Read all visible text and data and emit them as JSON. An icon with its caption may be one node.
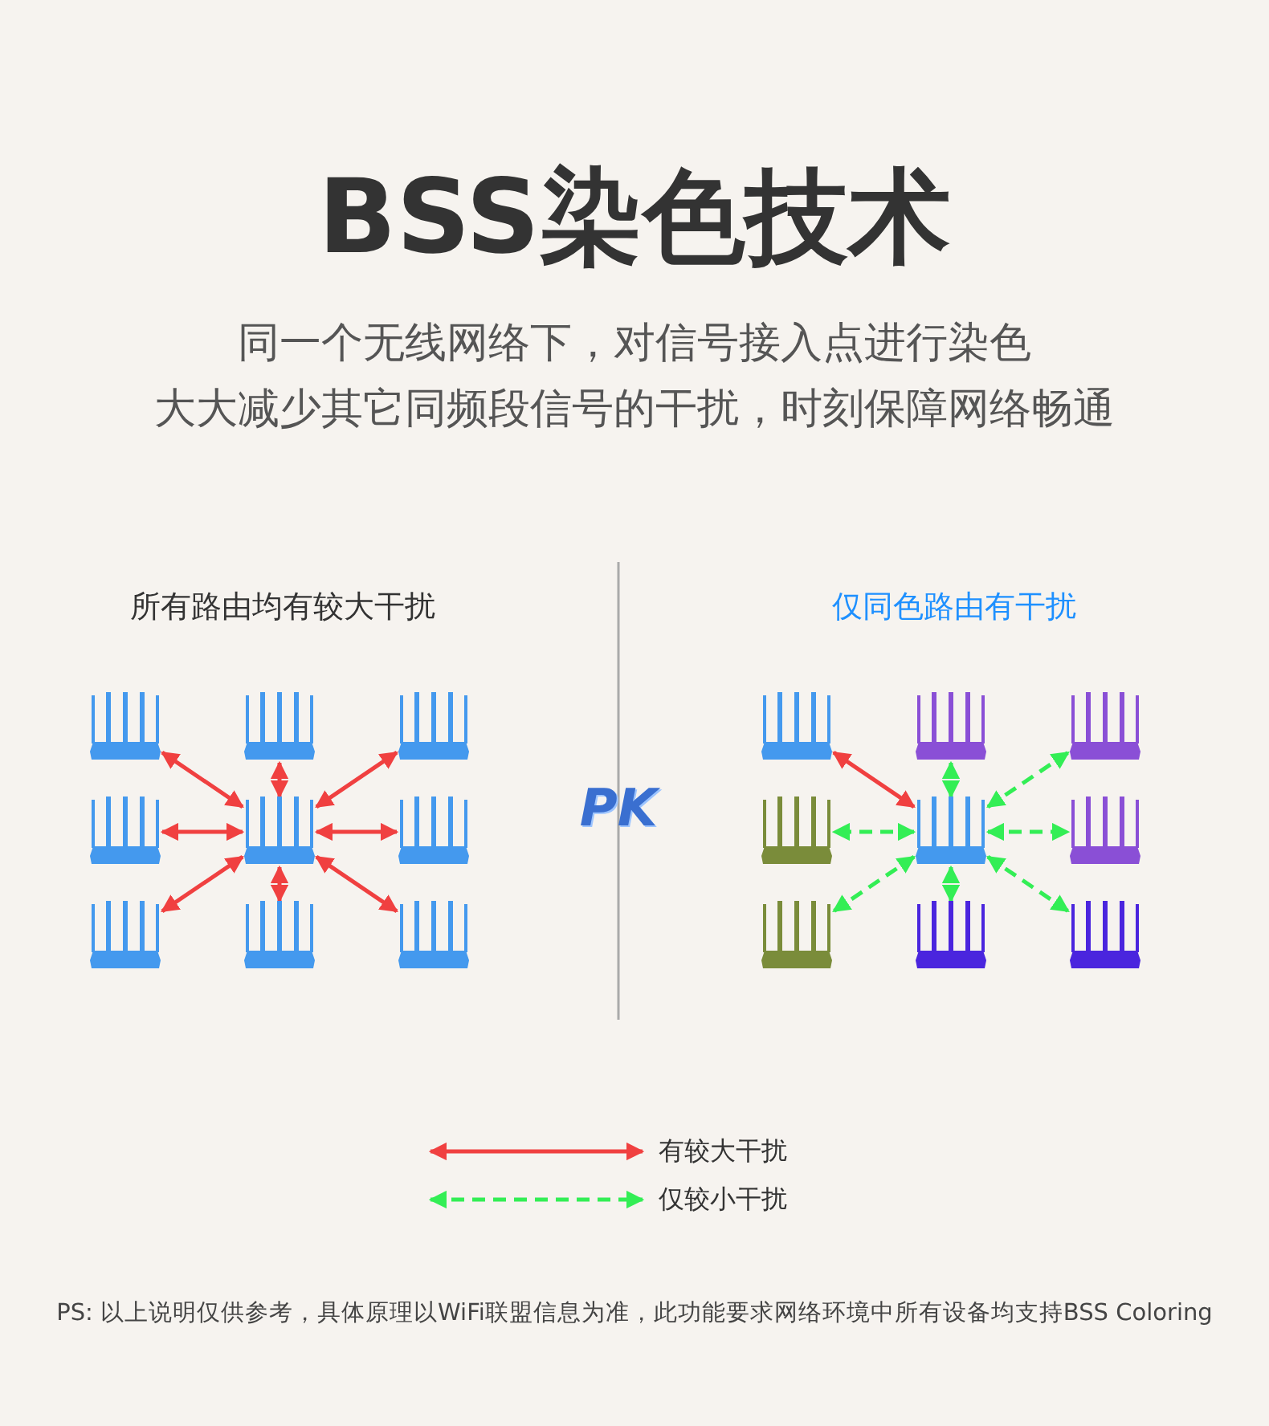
{
  "diagram": {
    "title": "BSS染色技术",
    "caption": "PS: 以上说明仅供参考，具体原理以WiFi联盟信息为准，此功能要求网络环境中所有设备均支持BSS Coloring",
    "nodes": [
      {
        "text": [],
        "shape": "router"
      },
      {
        "text": [],
        "shape": "router"
      },
      {
        "text": [],
        "shape": "router"
      },
      {
        "text": [],
        "shape": "router"
      },
      {
        "text": [],
        "shape": "router"
      },
      {
        "text": [],
        "shape": "router"
      },
      {
        "text": [],
        "shape": "router"
      },
      {
        "text": [],
        "shape": "router"
      },
      {
        "text": [],
        "shape": "router"
      },
      {
        "text": [],
        "shape": "router"
      },
      {
        "text": [],
        "shape": "router"
      },
      {
        "text": [],
        "shape": "router"
      },
      {
        "text": [],
        "shape": "router"
      },
      {
        "text": [],
        "shape": "router"
      },
      {
        "text": [],
        "shape": "router"
      },
      {
        "text": [],
        "shape": "router"
      },
      {
        "text": [],
        "shape": "router"
      },
      {
        "text": [],
        "shape": "router"
      }
    ],
    "edges": [
      {
        "from": 4,
        "to": 0,
        "arrow": "both"
      },
      {
        "from": 4,
        "to": 1,
        "arrow": "both"
      },
      {
        "from": 4,
        "to": 2,
        "arrow": "both"
      },
      {
        "from": 4,
        "to": 3,
        "arrow": "both"
      },
      {
        "from": 4,
        "to": 5,
        "arrow": "both"
      },
      {
        "from": 4,
        "to": 6,
        "arrow": "both"
      },
      {
        "from": 4,
        "to": 7,
        "arrow": "both"
      },
      {
        "from": 4,
        "to": 8,
        "arrow": "both"
      },
      {
        "from": 13,
        "to": 9,
        "arrow": "both"
      },
      {
        "from": 13,
        "to": 10,
        "arrow": "both",
        "style": "dashed",
        "color": "#33ee55"
      },
      {
        "from": 13,
        "to": 11,
        "arrow": "both",
        "style": "dashed",
        "color": "#33ee55"
      },
      {
        "from": 13,
        "to": 12,
        "arrow": "both",
        "style": "dashed",
        "color": "#33ee55"
      },
      {
        "from": 13,
        "to": 14,
        "arrow": "both",
        "style": "dashed",
        "color": "#33ee55"
      },
      {
        "from": 13,
        "to": 15,
        "arrow": "both",
        "style": "dashed",
        "color": "#33ee55"
      },
      {
        "from": 13,
        "to": 16,
        "arrow": "both",
        "style": "dashed",
        "color": "#33ee55"
      },
      {
        "from": 13,
        "to": 17,
        "arrow": "both",
        "style": "dashed",
        "color": "#33ee55"
      }
    ],
    "labels": [
      "同一个无线网络下，对信号接入点进行染色",
      "大大减少其它同频段信号的干扰，时刻保障网络畅通",
      "所有路由均有较大干扰",
      "仅同色路由有干扰",
      "PK"
    ],
    "legend": [
      {
        "text": "有较大干扰"
      },
      {
        "text": "仅较小干扰"
      }
    ]
  }
}
